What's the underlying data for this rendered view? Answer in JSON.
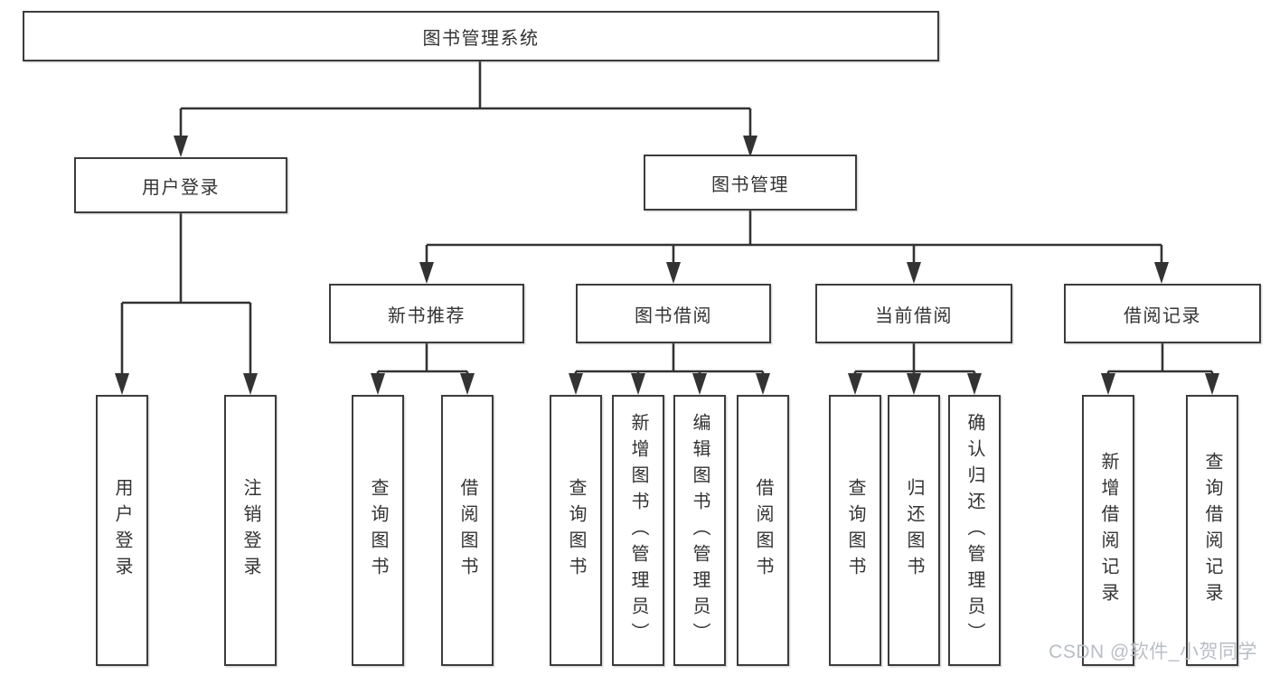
{
  "diagram": {
    "root": {
      "label": "图书管理系统"
    },
    "level2": [
      {
        "label": "用户登录"
      },
      {
        "label": "图书管理"
      }
    ],
    "level3": [
      {
        "label": "新书推荐"
      },
      {
        "label": "图书借阅"
      },
      {
        "label": "当前借阅"
      },
      {
        "label": "借阅记录"
      }
    ],
    "leaves": {
      "user_login": [
        "用户登录",
        "注销登录"
      ],
      "new_book": [
        "查询图书",
        "借阅图书"
      ],
      "book_borrow": [
        "查询图书",
        "新增图书（管理员）",
        "编辑图书（管理员）",
        "借阅图书"
      ],
      "current_borrow": [
        "查询图书",
        "归还图书",
        "确认归还（管理员）"
      ],
      "borrow_record": [
        "新增借阅记录",
        "查询借阅记录"
      ]
    }
  },
  "watermark": "CSDN @软件_小贺同学",
  "colors": {
    "line": "#333333",
    "box_border": "#3c3c3c",
    "text": "#333333",
    "watermark": "#b9bec5",
    "background": "#ffffff"
  }
}
